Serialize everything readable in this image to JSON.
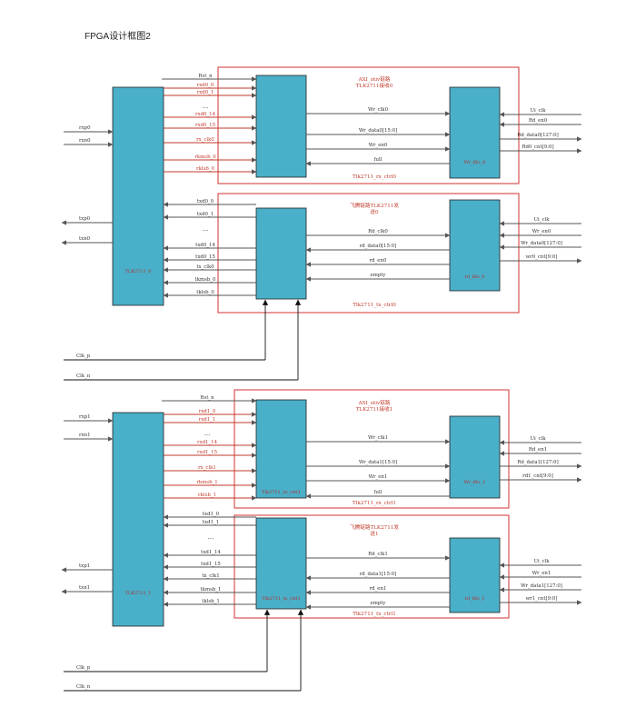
{
  "title": "FPGA设计框图2",
  "colors": {
    "block": "#4aafc8",
    "frame": "#d03030",
    "line": "#555555",
    "red": "#c0392b"
  },
  "groups": [
    {
      "chip_label": "TLK2711_0",
      "chip_inputs": [
        "rxp0",
        "rxn0"
      ],
      "chip_outputs": [
        "txp0",
        "txn0"
      ],
      "rx_signals": [
        "Rst_n",
        "rxd0_0",
        "rxd0_1",
        "...",
        "rxd0_14",
        "rxd0_15",
        "rx_clk0",
        "rkmsb_0",
        "rklsb_0"
      ],
      "tx_signals": [
        "txd0_0",
        "txd0_1",
        "...",
        "txd0_14",
        "txd0_15",
        "tx_clk0",
        "tkmsb_0",
        "tklsb_0"
      ],
      "rx_caption": [
        "AXI_otiv链路",
        "TLK2711接收0"
      ],
      "rx_module": "Tlk2711_rx_ctrl0",
      "rx_module_inner": "",
      "rx_mid": [
        "Wr_clk0",
        "Wr_data0[15:0]",
        "Wr_en0",
        "full"
      ],
      "rx_fifo": "Wr_fifo_0",
      "rx_right": [
        "Ui_clk",
        "Rd_en0",
        "Rd_data0[127:0]",
        "Rd0_cnt[9:0]"
      ],
      "tx_caption": [
        "飞腾链路TLK2711发",
        "送0"
      ],
      "tx_module": "Tlk2711_tx_ctrl0",
      "tx_module_inner": "",
      "tx_mid": [
        "Rd_clk0",
        "rd_data0[15:0]",
        "rd_en0",
        "empty"
      ],
      "tx_fifo": "rd_fifo_0",
      "tx_right": [
        "Ui_clk",
        "Wr_en0",
        "Wr_data0[127:0]",
        "wr0_cnt[9:0]"
      ],
      "clock_inputs": [
        "Clk_p",
        "Clk_n"
      ]
    },
    {
      "chip_label": "TLK2711_1",
      "chip_inputs": [
        "rxp1",
        "rxn1"
      ],
      "chip_outputs": [
        "txp1",
        "txn1"
      ],
      "rx_signals": [
        "Rst_n",
        "rxd1_0",
        "rxd1_1",
        "...",
        "rxd1_14",
        "rxd1_15",
        "rx_clk1",
        "rkmsb_1",
        "rklsb_1"
      ],
      "tx_signals": [
        "txd1_0",
        "txd1_1",
        "...",
        "txd1_14",
        "txd1_15",
        "tx_clk1",
        "tkmsb_1",
        "tklsb_1"
      ],
      "rx_caption": [
        "AXI_otiv链路",
        "TLK2711接收1"
      ],
      "rx_module": "Tlk2711_rx_ctrl1",
      "rx_module_inner": "Tlk2711_rx_ctrl1",
      "rx_mid": [
        "Wr_clk1",
        "Wr_data1[15:0]",
        "Wr_en1",
        "full"
      ],
      "rx_fifo": "Wr_fifo_1",
      "rx_right": [
        "Ui_clk",
        "Rd_en1",
        "Rd_data1[127:0]",
        "rd1_cnt[9:0]"
      ],
      "tx_caption": [
        "飞腾链路TLK2711发",
        "送1"
      ],
      "tx_module": "Tlk2711_tx_ctrl1",
      "tx_module_inner": "Tlk2711_tx_ctrl1",
      "tx_mid": [
        "Rd_clk1",
        "rd_data1[15:0]",
        "rd_en1",
        "empty"
      ],
      "tx_fifo": "rd_fifo_1",
      "tx_right": [
        "Ui_clk",
        "Wr_en1",
        "Wr_data1[127:0]",
        "wr1_cnt[9:0]"
      ],
      "clock_inputs": [
        "Clk_p",
        "Clk_n"
      ]
    }
  ]
}
